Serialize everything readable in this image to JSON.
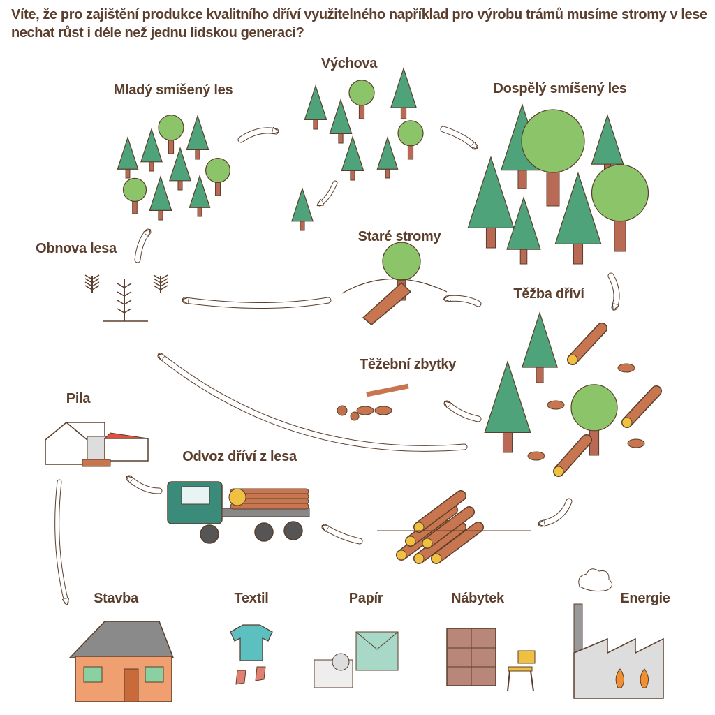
{
  "title": "Víte, že pro zajištění produkce kvalitního dříví využitelného například pro výrobu trámů musíme stromy v lese nechat růst i déle než jednu lidskou generaci?",
  "stages": {
    "young_forest": "Mladý smíšený les",
    "tending": "Výchova",
    "mature_forest": "Dospělý smíšený les",
    "old_trees": "Staré stromy",
    "regeneration": "Obnova lesa",
    "harvest": "Těžba dříví",
    "residues": "Těžební zbytky",
    "sawmill": "Pila",
    "transport": "Odvoz dříví z lesa"
  },
  "uses": {
    "construction": "Stavba",
    "textile": "Textil",
    "paper": "Papír",
    "furniture": "Nábytek",
    "energy": "Energie"
  },
  "colors": {
    "text": "#5b3e2c",
    "spruce": "#4fa37a",
    "deciduous": "#8cc46a",
    "trunk": "#b86a55",
    "log": "#c8764f",
    "arrow": "#ffffff"
  }
}
